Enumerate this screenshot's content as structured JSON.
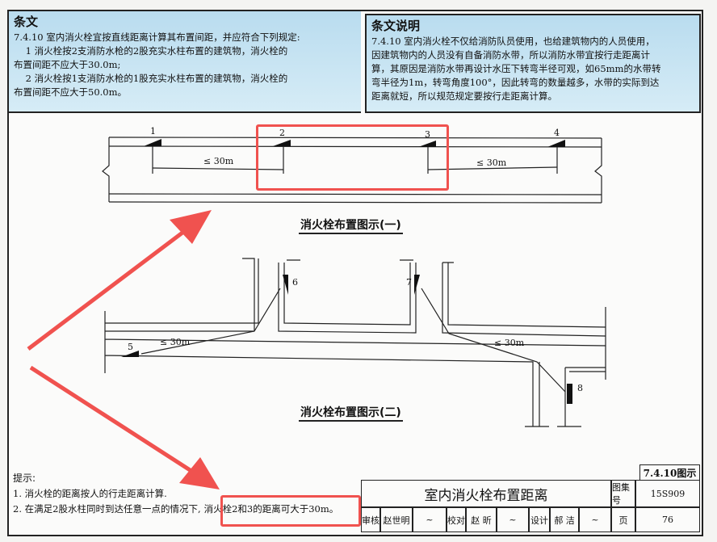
{
  "clause": {
    "heading": "条文",
    "lines": [
      "7.4.10 室内消火栓宜按直线距离计算其布置间距，并应符合下列规定:",
      "    1 消火栓按2支消防水枪的2股充实水柱布置的建筑物，消火栓的",
      "布置间距不应大于30.0m;",
      "    2 消火栓按1支消防水枪的1股充实水柱布置的建筑物，消火栓的",
      "布置间距不应大于50.0m。"
    ]
  },
  "explanation": {
    "heading": "条文说明",
    "lines": [
      "7.4.10 室内消火栓不仅给消防队员使用，也给建筑物内的人员使用，",
      "因建筑物内的人员没有自备消防水带，所以消防水带宜按行走距离计",
      "算，其原因是消防水带再设计水压下转弯半径可观，如65mm的水带转",
      "弯半径为1m，转弯角度100°，因此转弯的数量越多，水带的实际到达",
      "距离就短，所以规范规定要按行走距离计算。"
    ]
  },
  "diagram1": {
    "caption": "消火栓布置图示(一)",
    "hydrants": [
      "1",
      "2",
      "3",
      "4"
    ],
    "dimension_labels": [
      "≤ 30m",
      "≤ 30m"
    ]
  },
  "diagram2": {
    "caption": "消火栓布置图示(二)",
    "hydrants": [
      "5",
      "6",
      "7",
      "8"
    ],
    "dimension_labels": [
      "≤ 30m",
      "≤ 30m"
    ]
  },
  "hints": {
    "heading": "提示:",
    "item1": "1. 消火栓的距离按人的行走距离计算.",
    "item2_prefix": "2. 在满足2股水柱同时到达任意一点的情况下,",
    "item2_highlight": "消火栓2和3的距离可大于30m。"
  },
  "title_block": {
    "figure_ref": "7.4.10图示",
    "title": "室内消火栓布置距离",
    "atlas_label": "图集号",
    "atlas_no": "15S909",
    "review_label": "审核",
    "reviewer": "赵世明",
    "check_label": "校对",
    "checker": "赵 昕",
    "design_label": "设计",
    "designer": "郝 洁",
    "page_label": "页",
    "page_no": "76"
  },
  "colors": {
    "annotation_red": "#f0524f",
    "clause_box_blue": "#c4e2f2"
  }
}
